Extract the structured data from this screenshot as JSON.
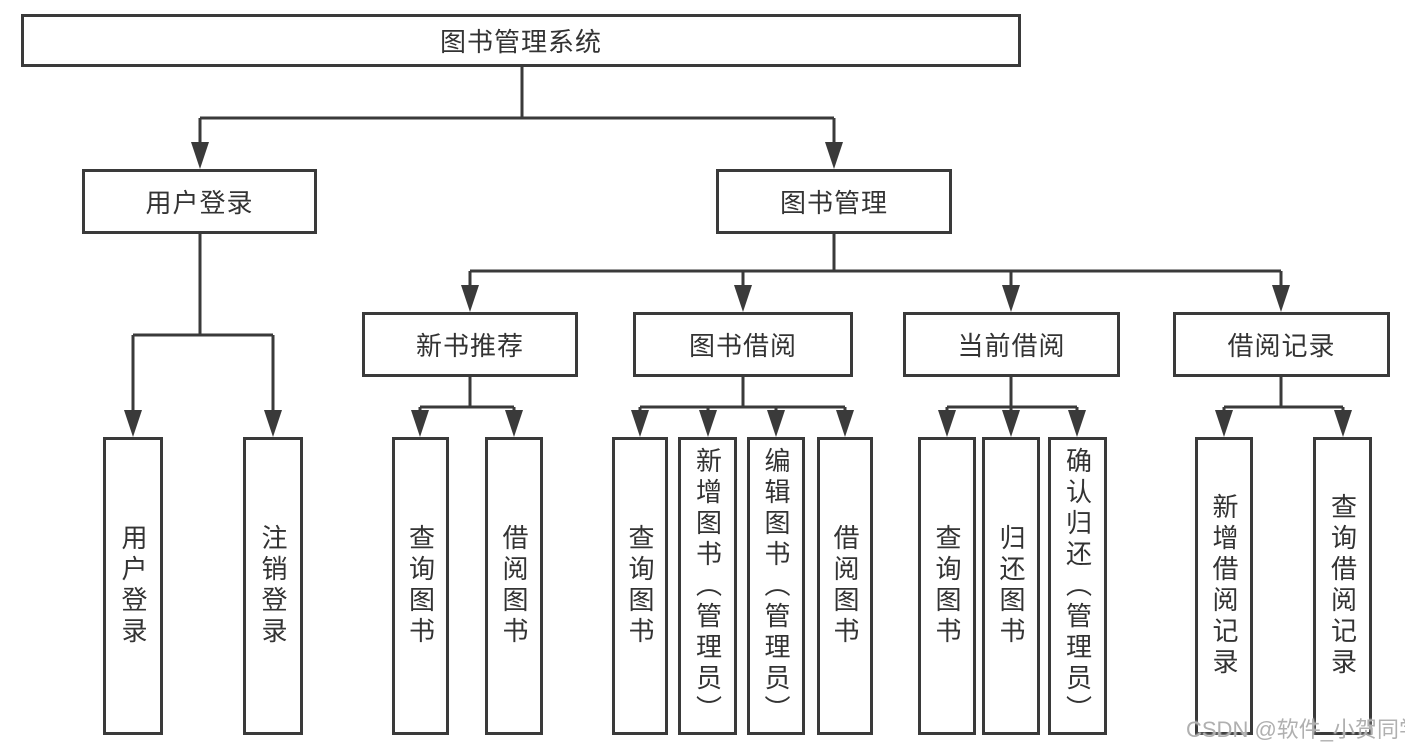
{
  "tree": {
    "label": "图书管理系统",
    "children": [
      {
        "label": "用户登录",
        "children": [
          {
            "label": "用户登录"
          },
          {
            "label": "注销登录"
          }
        ]
      },
      {
        "label": "图书管理",
        "children": [
          {
            "label": "新书推荐",
            "children": [
              {
                "label": "查询图书"
              },
              {
                "label": "借阅图书"
              }
            ]
          },
          {
            "label": "图书借阅",
            "children": [
              {
                "label": "查询图书"
              },
              {
                "label": "新增图书（管理员）"
              },
              {
                "label": "编辑图书（管理员）"
              },
              {
                "label": "借阅图书"
              }
            ]
          },
          {
            "label": "当前借阅",
            "children": [
              {
                "label": "查询图书"
              },
              {
                "label": "归还图书"
              },
              {
                "label": "确认归还（管理员）"
              }
            ]
          },
          {
            "label": "借阅记录",
            "children": [
              {
                "label": "新增借阅记录"
              },
              {
                "label": "查询借阅记录"
              }
            ]
          }
        ]
      }
    ]
  },
  "watermark": {
    "text": "CSDN @软件_小贺同学"
  },
  "colors": {
    "line": "#3a3a3a",
    "text": "#333333",
    "watermark": "#b0b0b0",
    "background": "#ffffff"
  }
}
